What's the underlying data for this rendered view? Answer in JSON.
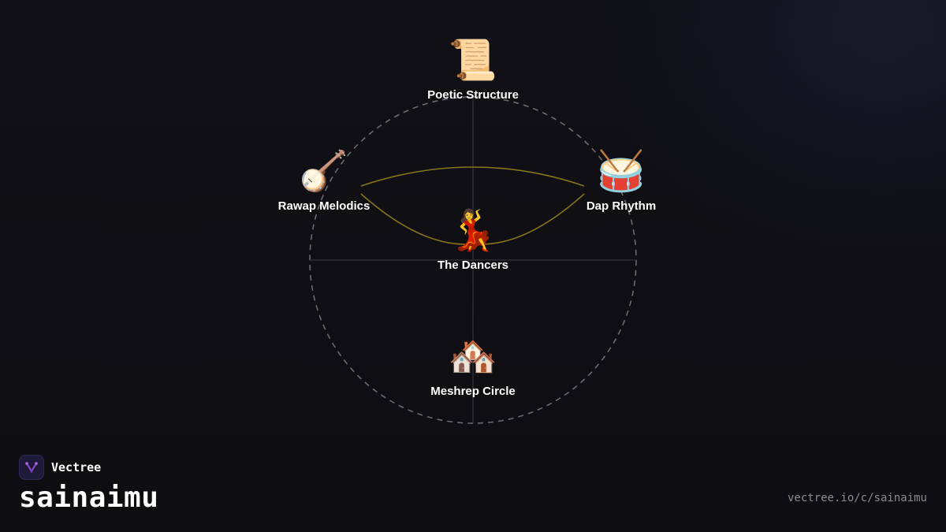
{
  "diagram": {
    "nodes": [
      {
        "id": "poetic",
        "label": "Poetic Structure",
        "icon": "scroll-icon",
        "glyph": "📜"
      },
      {
        "id": "rawap",
        "label": "Rawap Melodics",
        "icon": "banjo-icon",
        "glyph": "🪕"
      },
      {
        "id": "dap",
        "label": "Dap Rhythm",
        "icon": "drum-icon",
        "glyph": "🥁"
      },
      {
        "id": "dancers",
        "label": "The Dancers",
        "icon": "dancer-icon",
        "glyph": "💃"
      },
      {
        "id": "meshrep",
        "label": "Meshrep Circle",
        "icon": "houses-icon",
        "glyph": "🏘️"
      }
    ],
    "connector_color": "#8a7418",
    "circle_color": "#6a6a72"
  },
  "brand": {
    "name": "Vectree",
    "logo_icon": "vectree-logo-icon",
    "channel": "sainaimu",
    "url": "vectree.io/c/sainaimu",
    "logo_color": "#9b4dd6"
  }
}
